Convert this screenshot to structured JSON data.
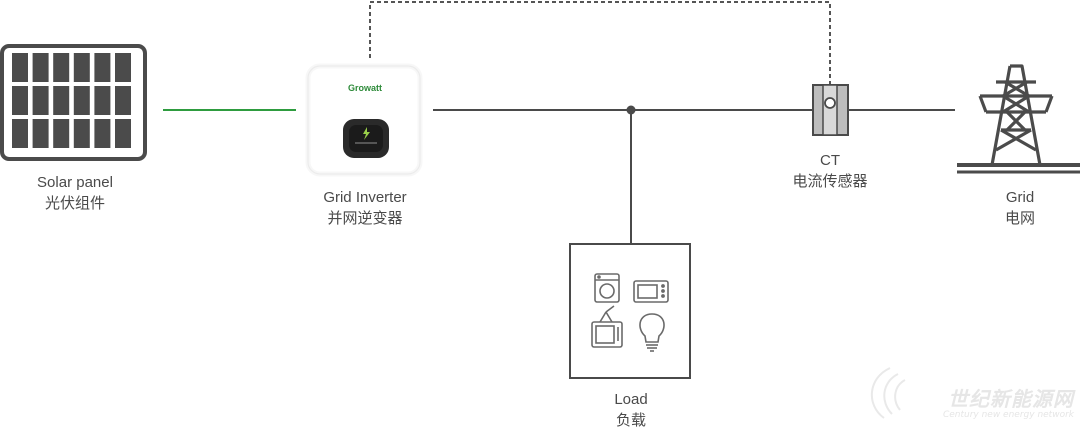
{
  "components": {
    "solar_panel": {
      "label_en": "Solar panel",
      "label_cn": "光伏组件"
    },
    "inverter": {
      "label_en": "Grid Inverter",
      "label_cn": "并网逆变器",
      "brand": "Growatt"
    },
    "ct": {
      "label_en": "CT",
      "label_cn": "电流传感器"
    },
    "grid": {
      "label_en": "Grid",
      "label_cn": "电网"
    },
    "load": {
      "label_en": "Load",
      "label_cn": "负载"
    }
  },
  "watermark": {
    "cn": "世纪新能源网",
    "en": "Century new energy network"
  },
  "colors": {
    "dc_line": "#2e9c3f",
    "ac_line": "#4a4a4a",
    "panel_cell": "#4b4b4b",
    "accent_green": "#7ec242"
  }
}
